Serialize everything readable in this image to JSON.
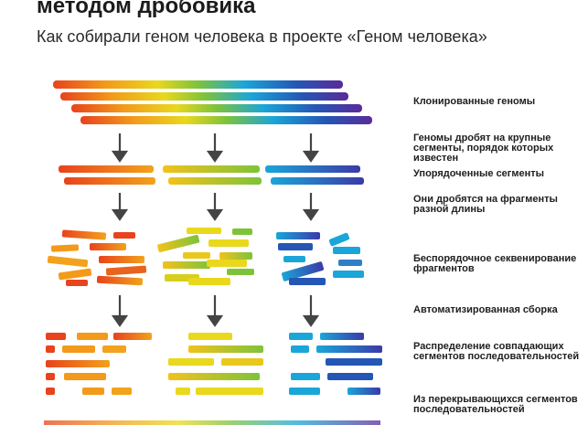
{
  "header": {
    "title": "методом дробовика",
    "subtitle": "Как собирали геном человека в проекте «Геном человека»"
  },
  "labels": {
    "cloned": "Клонированные геномы",
    "cut_large": "Геномы дробят на крупные сегменты, порядок которых известен",
    "ordered": "Упорядоченные сегменты",
    "cut_small": "Они дробятся на фрагменты разной длины",
    "shotgun": "Беспорядочное секвенирование фрагментов",
    "assembly": "Автоматизированная сборка",
    "distribution": "Распределение совпадающих сегментов последовательностей",
    "overlap": "Из перекрывающихся сегментов последовательностей"
  },
  "colors": {
    "red": "#e8431c",
    "orange": "#f39a1a",
    "yellow": "#e9d81c",
    "green": "#7dc33a",
    "cyan": "#1aa6d8",
    "blue": "#2456b5",
    "violet": "#5a2b9a",
    "arrow": "#444444"
  }
}
